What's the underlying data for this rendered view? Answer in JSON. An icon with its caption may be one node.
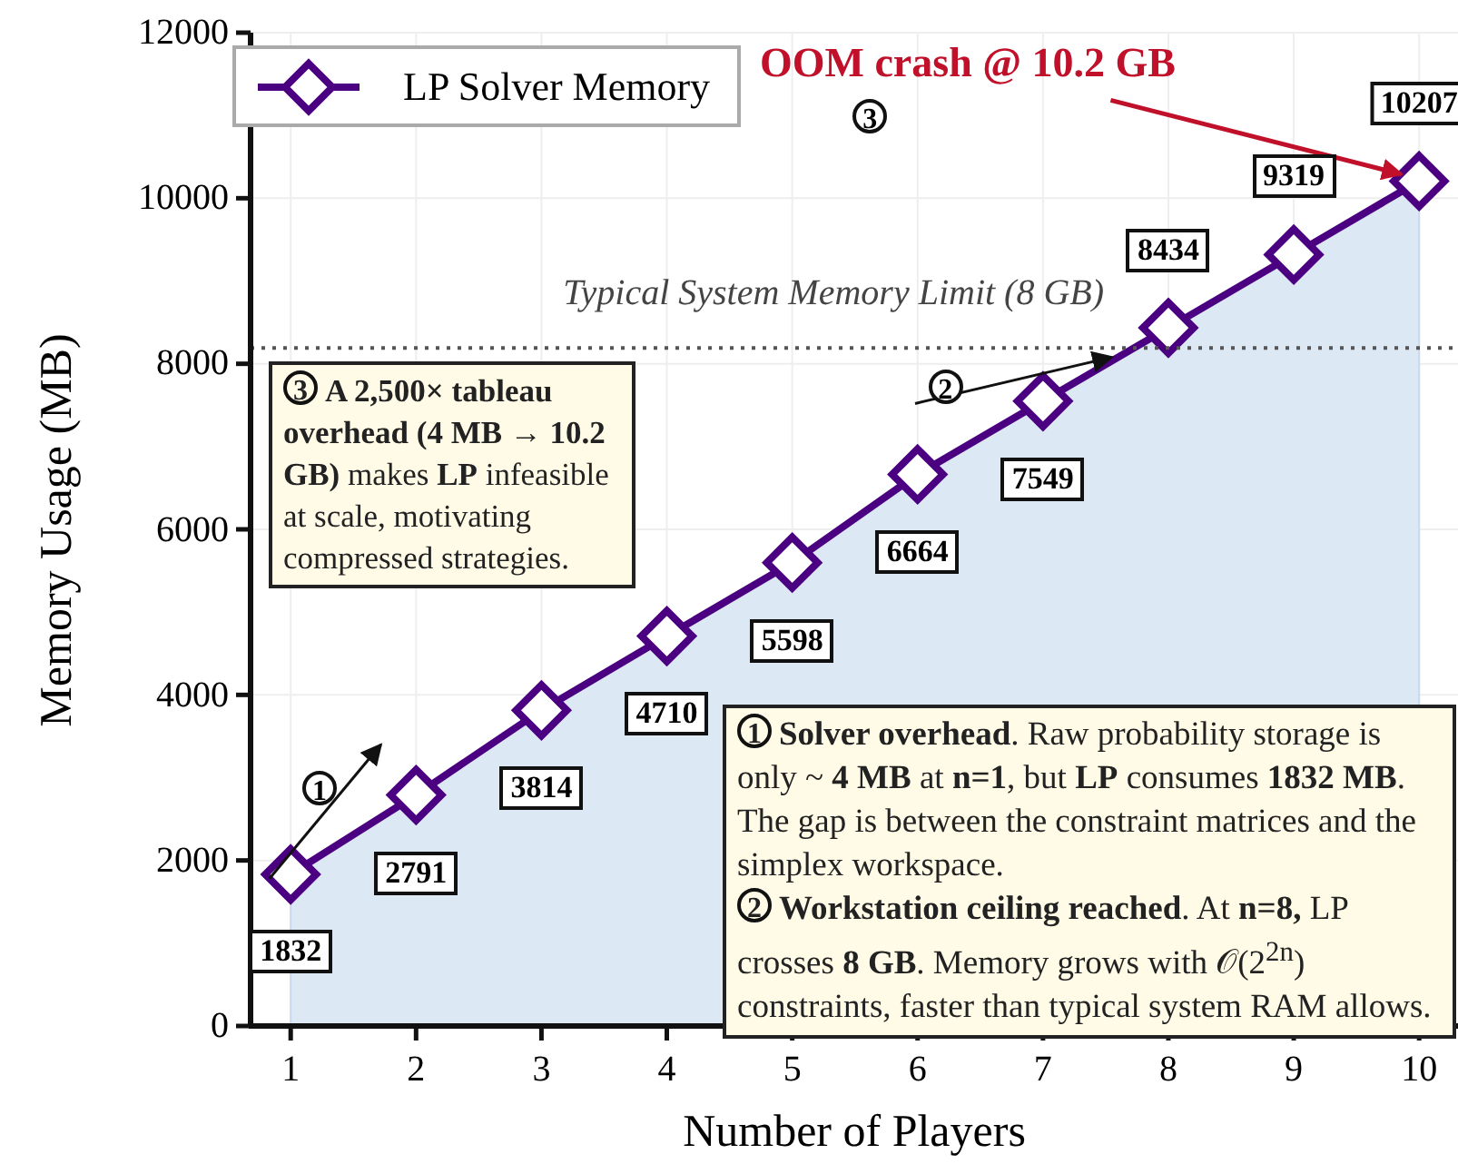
{
  "diagram": {
    "labels": [
      "3",
      "**A 2,500× tableau overhead (4 MB → 10.2 GB)** makes **LP** infeasible at scale, motivating compressed strategies.",
      "1",
      "**Solver overhead**. Raw probability storage is only ~ **4 MB** at **n=1**, but **LP** consumes **1832 MB**. The gap is between the constraint matrices and the simplex workspace.",
      "2",
      "**Workstation ceiling reached**. At **n=8,** LP crosses **8 GB**. Memory grows with 𝒪(2$^{2n}$) constraints, faster than typical system RAM allows."
    ],
    "chart_data": {
      "type": "area",
      "xlabel": "Number of Players",
      "ylabel": "Memory Usage (MB)",
      "x": [
        1,
        2,
        3,
        4,
        5,
        6,
        7,
        8,
        9,
        10
      ],
      "series": [
        {
          "name": "LP Solver Memory",
          "color": "#4b0082",
          "marker": "diamond",
          "values": [
            1832,
            2791,
            3814,
            4710,
            5598,
            6664,
            7549,
            8434,
            9319,
            10207
          ]
        }
      ],
      "xlim": [
        0.68,
        10.31
      ],
      "ylim": [
        0,
        12000
      ],
      "xticks": [
        1,
        2,
        3,
        4,
        5,
        6,
        7,
        8,
        9,
        10
      ],
      "yticks": [
        0,
        2000,
        4000,
        6000,
        8000,
        10000,
        12000
      ],
      "grid": true,
      "data_labels": true,
      "ref_lines": [
        {
          "axis": "y",
          "value": 8192,
          "label": "Typical System Memory Limit (8 GB)"
        }
      ],
      "annotations": [
        "OOM crash @ 10.2 GB",
        "3",
        "2",
        "1"
      ]
    }
  }
}
